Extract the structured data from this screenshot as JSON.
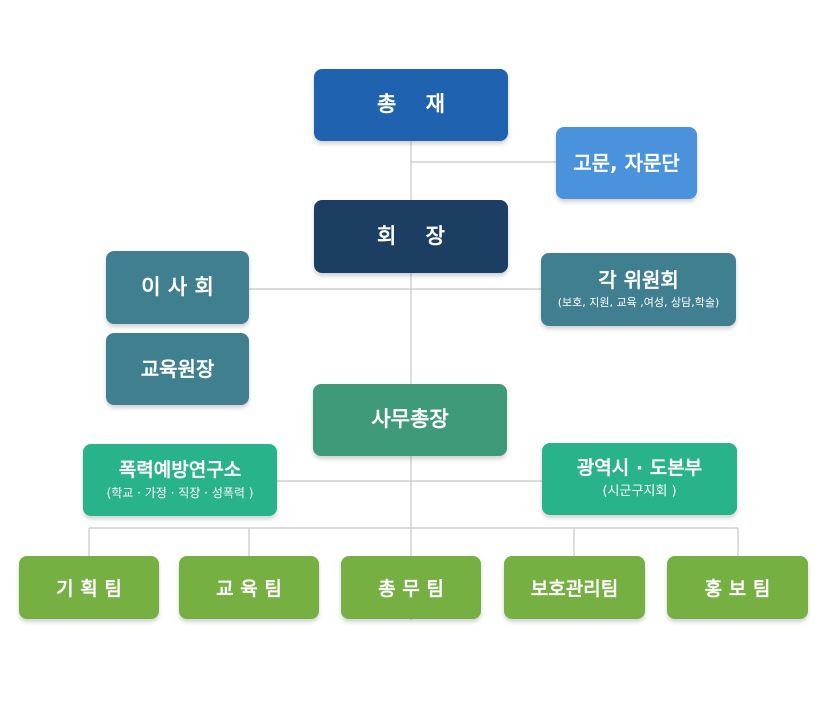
{
  "org": {
    "president": {
      "label": "총    재"
    },
    "advisory": {
      "label": "고문, 자문단"
    },
    "chairman": {
      "label": "회    장"
    },
    "board": {
      "label": "이 사 회"
    },
    "committees": {
      "label": "각 위원회",
      "detail": "(보호, 지원, 교육 ,여성, 상담,학술)"
    },
    "education_director": {
      "label": "교육원장"
    },
    "secretary_general": {
      "label": "사무총장"
    },
    "institute": {
      "label": "폭력예방연구소",
      "detail": "(학교 · 가정 · 직장 · 성폭력 )"
    },
    "regional": {
      "label": "광역시 · 도본부",
      "detail": "(시군구지회 )"
    },
    "teams": [
      {
        "label": "기 획 팀"
      },
      {
        "label": "교 육 팀"
      },
      {
        "label": "총 무 팀"
      },
      {
        "label": "보호관리팀"
      },
      {
        "label": "홍 보 팀"
      }
    ]
  }
}
